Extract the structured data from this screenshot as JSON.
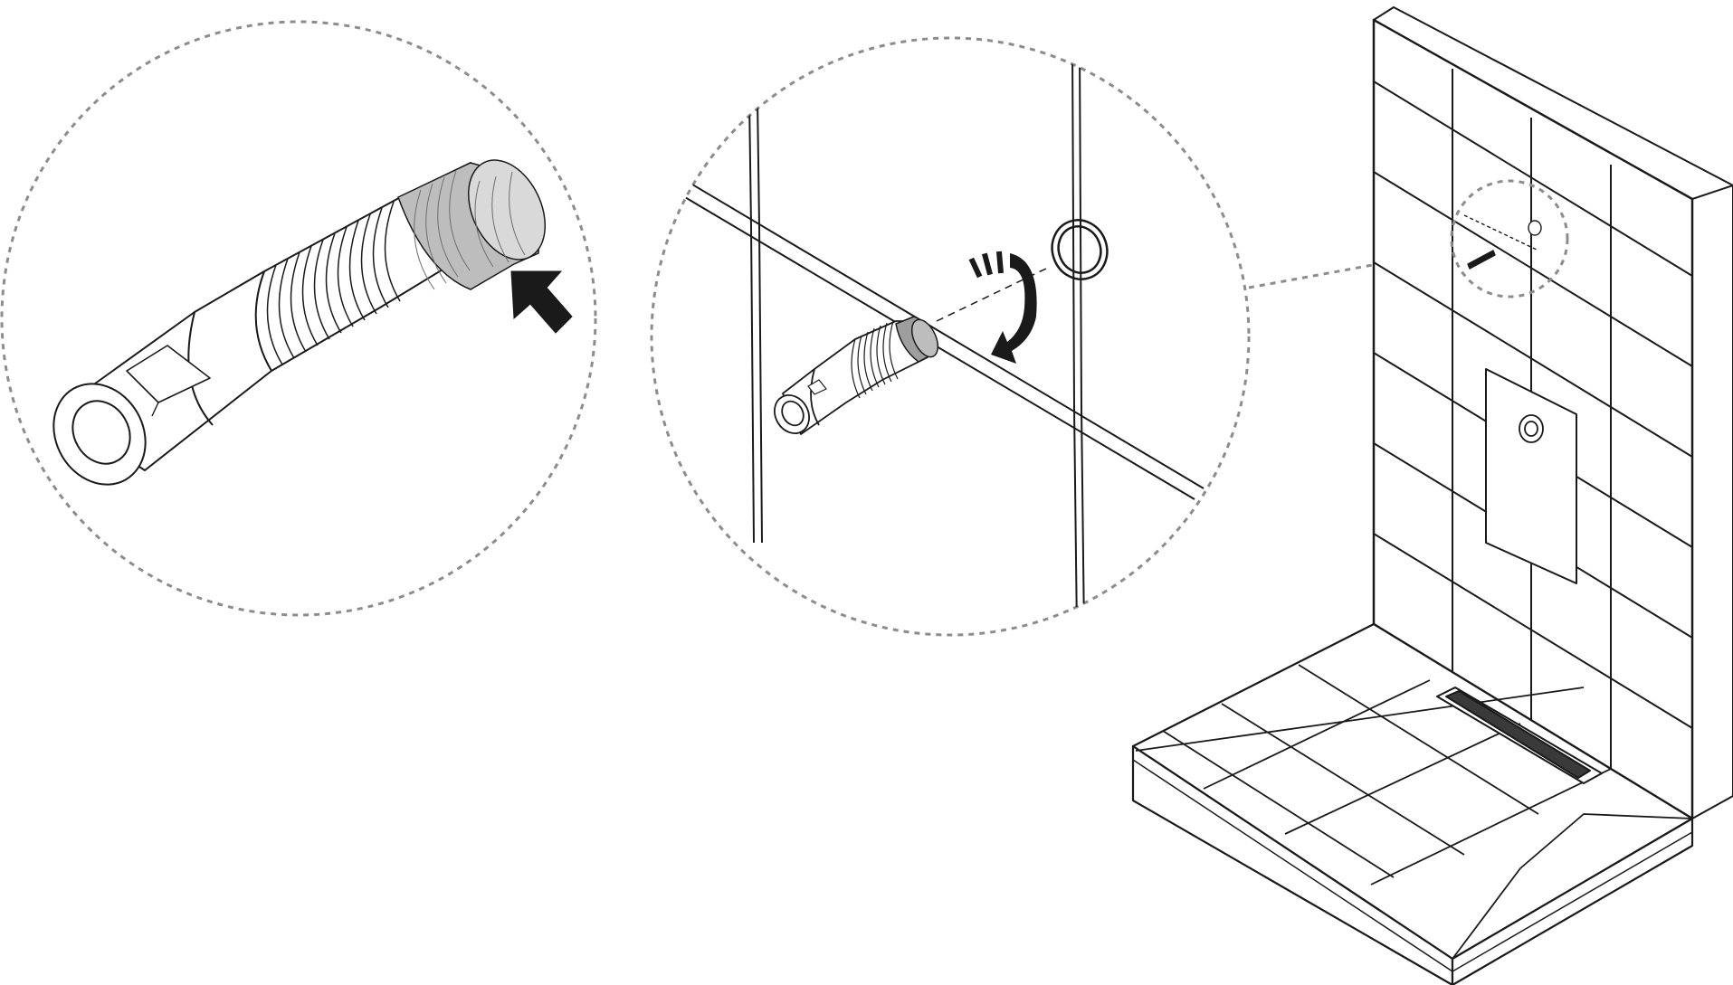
{
  "diagram": {
    "steps": [
      {
        "id": "step-1",
        "illustration": "sealing-sleeve-applied-to-threaded-anchor",
        "indicator": "push-arrow-icon"
      },
      {
        "id": "step-2",
        "illustration": "anchor-screwed-into-wall-hole",
        "indicator": "rotate-arrow-icon"
      },
      {
        "id": "overview",
        "illustration": "shower-wall-with-tray-and-linear-drain",
        "indicator": "zoom-callout"
      }
    ],
    "colors": {
      "line": "#1a1a1a",
      "dashed": "#8c8c8c",
      "sleeve_fill": "#bdbdbd",
      "sleeve_fill_light": "#d9d9d9",
      "drain_fill": "#3a3a3a",
      "background": "#ffffff"
    }
  }
}
